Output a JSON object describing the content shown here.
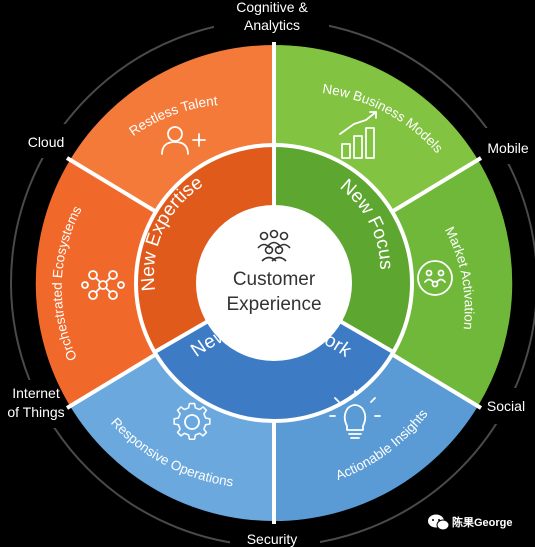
{
  "diagram": {
    "center": {
      "line1": "Customer",
      "line2": "Experience"
    },
    "middle_ring": {
      "expertise": "New Expertise",
      "focus": "New Focus",
      "ways": "New Ways to Work"
    },
    "outer_ring": {
      "restless_talent": "Restless Talent",
      "new_business_models": "New Business Models",
      "market_activation": "Market Activation",
      "actionable_insights": "Actionable Insights",
      "responsive_operations": "Responsive Operations",
      "orchestrated_ecosystems": "Orchestrated Ecosystems"
    },
    "outside_labels": {
      "cognitive_line1": "Cognitive &",
      "cognitive_line2": "Analytics",
      "mobile": "Mobile",
      "social": "Social",
      "security": "Security",
      "iot_line1": "Internet",
      "iot_line2": "of Things",
      "cloud": "Cloud"
    },
    "icons": {
      "restless_talent": "person-add-icon",
      "new_business_models": "bar-chart-growth-icon",
      "market_activation": "recycle-people-icon",
      "actionable_insights": "lightbulb-icon",
      "responsive_operations": "gear-icon",
      "orchestrated_ecosystems": "network-icon",
      "center": "people-group-icon"
    },
    "colors": {
      "orange": "#f26b29",
      "orange_dark": "#e05a1c",
      "green": "#7cc242",
      "green_dark": "#5ea92e",
      "blue": "#5b9bd5",
      "blue_dark": "#3f7fc4",
      "outer_ring_line": "#555555"
    }
  },
  "watermark": {
    "text": "陈果George",
    "icon": "wechat-icon"
  }
}
